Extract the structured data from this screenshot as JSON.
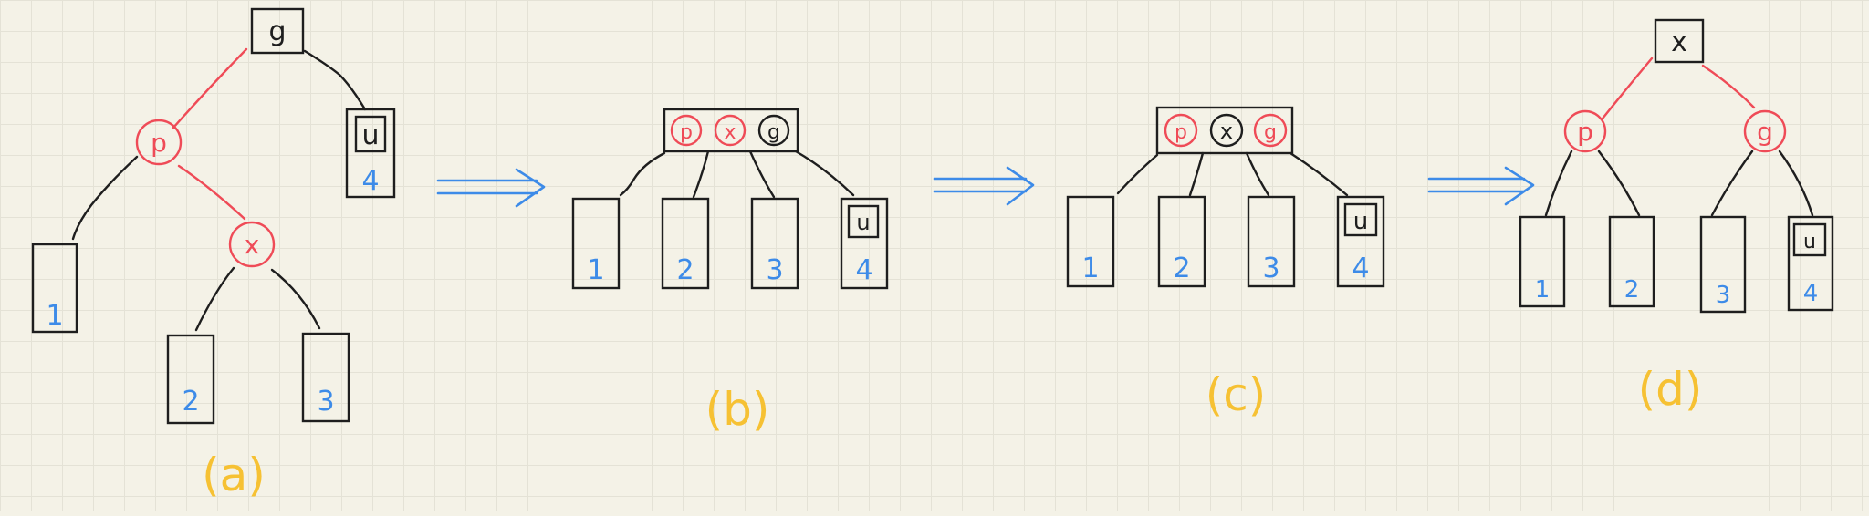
{
  "panels": {
    "a": {
      "caption": "(a)",
      "nodes": {
        "g": "g",
        "p": "p",
        "x": "x",
        "u": "u"
      },
      "subtrees": [
        "1",
        "2",
        "3",
        "4"
      ]
    },
    "b": {
      "caption": "(b)",
      "keys": [
        "p",
        "x",
        "g"
      ],
      "subtrees": [
        "1",
        "2",
        "3",
        "4"
      ],
      "u_label": "u"
    },
    "c": {
      "caption": "(c)",
      "keys": [
        "p",
        "x",
        "g"
      ],
      "subtrees": [
        "1",
        "2",
        "3",
        "4"
      ],
      "u_label": "u"
    },
    "d": {
      "caption": "(d)",
      "nodes": {
        "x": "x",
        "p": "p",
        "g": "g"
      },
      "subtrees": [
        "1",
        "2",
        "3",
        "4"
      ],
      "u_label": "u"
    }
  },
  "colors": {
    "black_node": "#1e1e1e",
    "red_node": "#ef4b57",
    "subtree_label": "#3d8be8",
    "arrow": "#3d8be8",
    "caption": "#f6c133"
  }
}
